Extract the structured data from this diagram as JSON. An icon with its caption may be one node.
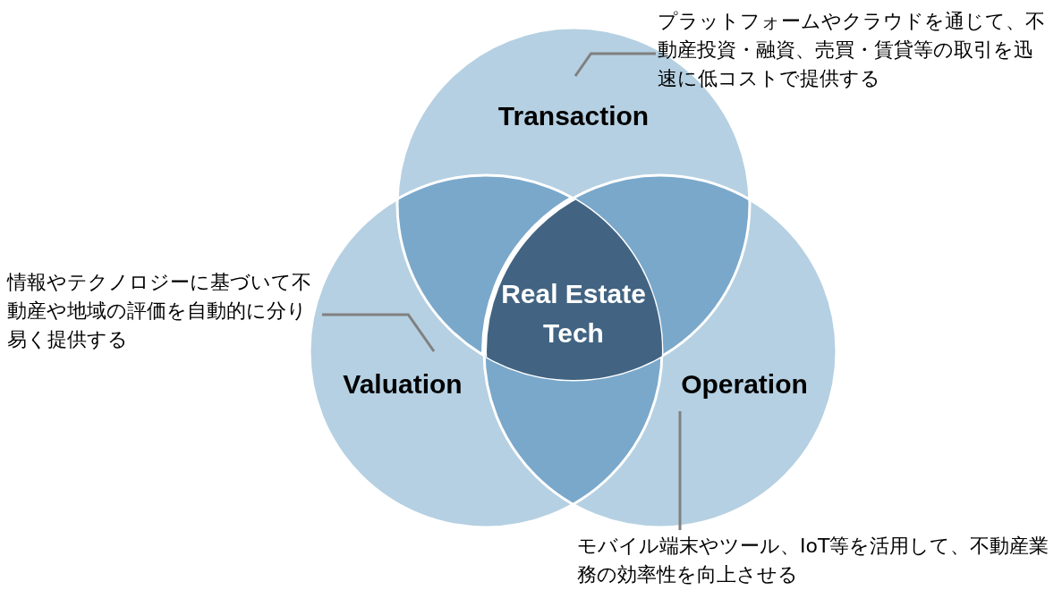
{
  "diagram": {
    "nodes": [
      {
        "text": [
          "Transaction"
        ]
      },
      {
        "text": [
          "Valuation"
        ]
      },
      {
        "text": [
          "Operation"
        ]
      },
      {
        "text": [
          "Real Estate Tech"
        ]
      },
      {
        "text": [
          "プラットフォームやクラウドを通じて、不動産投資・融資、売買・賃貸等の取引を迅速に低コストで提供する"
        ]
      },
      {
        "text": [
          "情報やテクノロジーに基づいて不動産や地域の評価を自動的に分り易く提供する"
        ]
      },
      {
        "text": [
          "モバイル端末やツール、IoT等を活用して、不動産業務の効率性を向上させる"
        ]
      }
    ],
    "edges": [
      {
        "from": 4,
        "to": 0,
        "arrow": "none"
      },
      {
        "from": 5,
        "to": 1,
        "arrow": "none"
      },
      {
        "from": 6,
        "to": 2,
        "arrow": "none"
      }
    ]
  }
}
